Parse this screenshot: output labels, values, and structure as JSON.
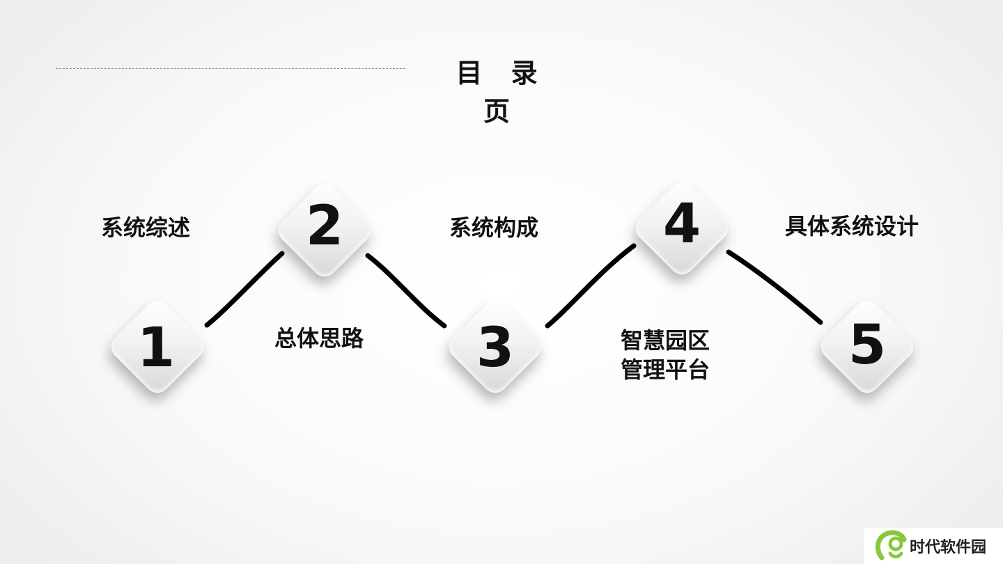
{
  "title": "目 录 页",
  "items": [
    {
      "number": "1",
      "label": "系统综述"
    },
    {
      "number": "2",
      "label": "总体思路"
    },
    {
      "number": "3",
      "label": "系统构成"
    },
    {
      "number": "4",
      "label": "智慧园区\n管理平台"
    },
    {
      "number": "5",
      "label": "具体系统设计"
    }
  ],
  "logo": {
    "text": "时代软件园",
    "accent": "#8cc63f"
  },
  "colors": {
    "text": "#111111",
    "line": "#000000"
  }
}
